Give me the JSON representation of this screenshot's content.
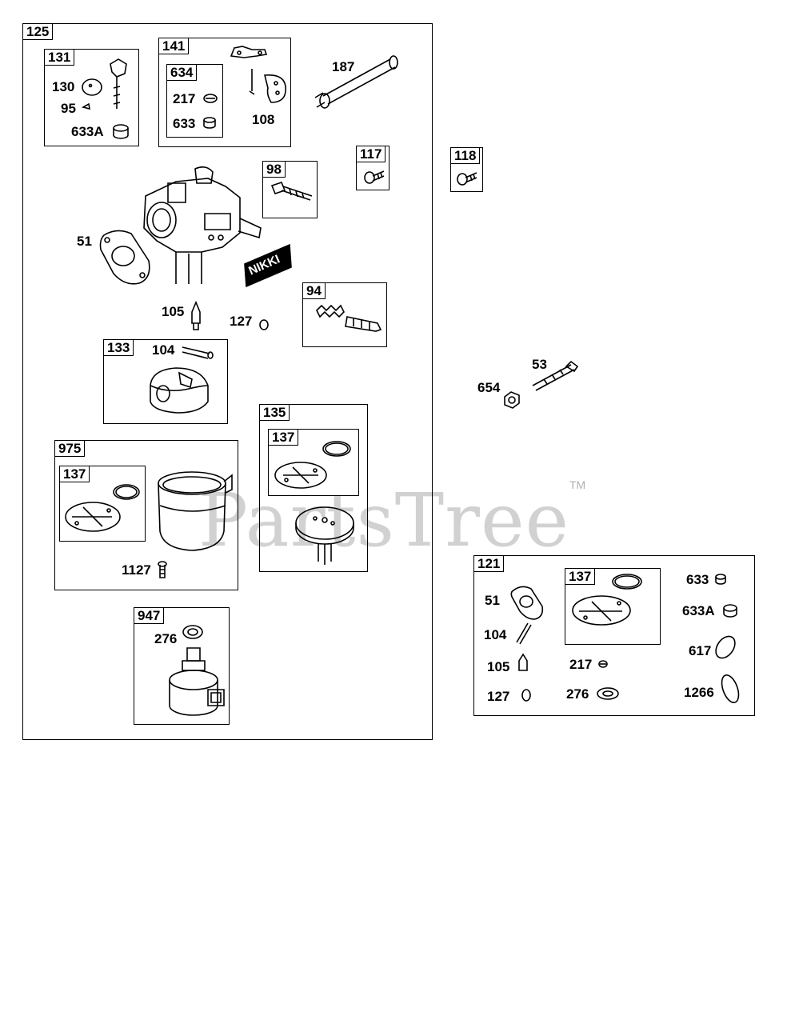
{
  "watermark": {
    "text": "PartsTree",
    "trademark": "TM"
  },
  "groups": {
    "g125": "125",
    "g141": "141",
    "g131": "131",
    "g634": "634",
    "g117": "117",
    "g118": "118",
    "g98": "98",
    "g94": "94",
    "g133": "133",
    "g135": "135",
    "g135_137": "137",
    "g975": "975",
    "g975_137": "137",
    "g947": "947",
    "g121": "121",
    "g121_137": "137"
  },
  "labels": {
    "p130": "130",
    "p95": "95",
    "p633A_a": "633A",
    "p217_a": "217",
    "p633_a": "633",
    "p108": "108",
    "p187": "187",
    "p51_a": "51",
    "p105_a": "105",
    "p127_a": "127",
    "p104_a": "104",
    "p1127": "1127",
    "p276_a": "276",
    "p53": "53",
    "p654": "654",
    "p51_b": "51",
    "p104_b": "104",
    "p105_b": "105",
    "p127_b": "127",
    "p217_b": "217",
    "p276_b": "276",
    "p633_b": "633",
    "p633A_b": "633A",
    "p617": "617",
    "p1266": "1266",
    "nikki": "NIKKI"
  }
}
